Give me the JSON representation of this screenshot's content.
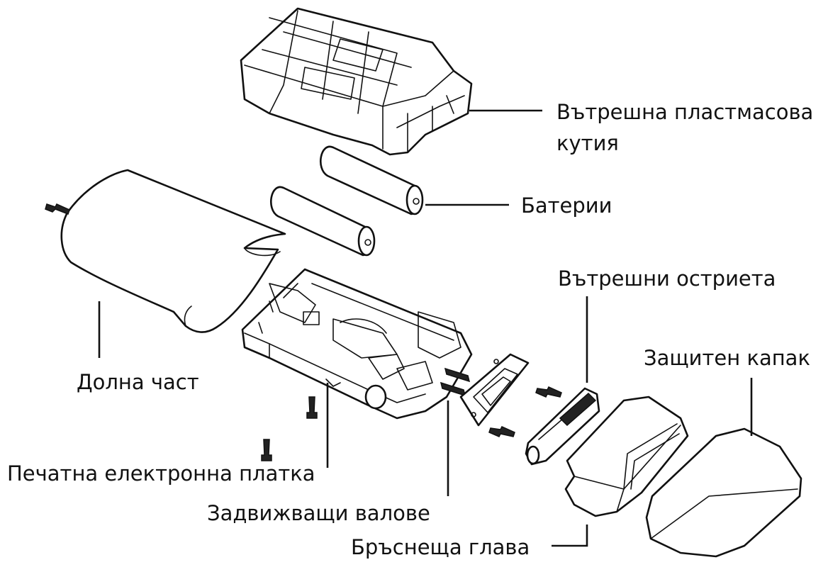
{
  "labels": {
    "inner_case_line1": "Вътрешна пластмасова",
    "inner_case_line2": "кутия",
    "batteries": "Батерии",
    "inner_blades": "Вътрешни остриета",
    "bottom_part": "Долна част",
    "protective_cap": "Защитен капак",
    "pcb": "Печатна електронна платка",
    "drive_shafts": "Задвижващи валове",
    "shaving_head": "Бръснеща глава"
  }
}
